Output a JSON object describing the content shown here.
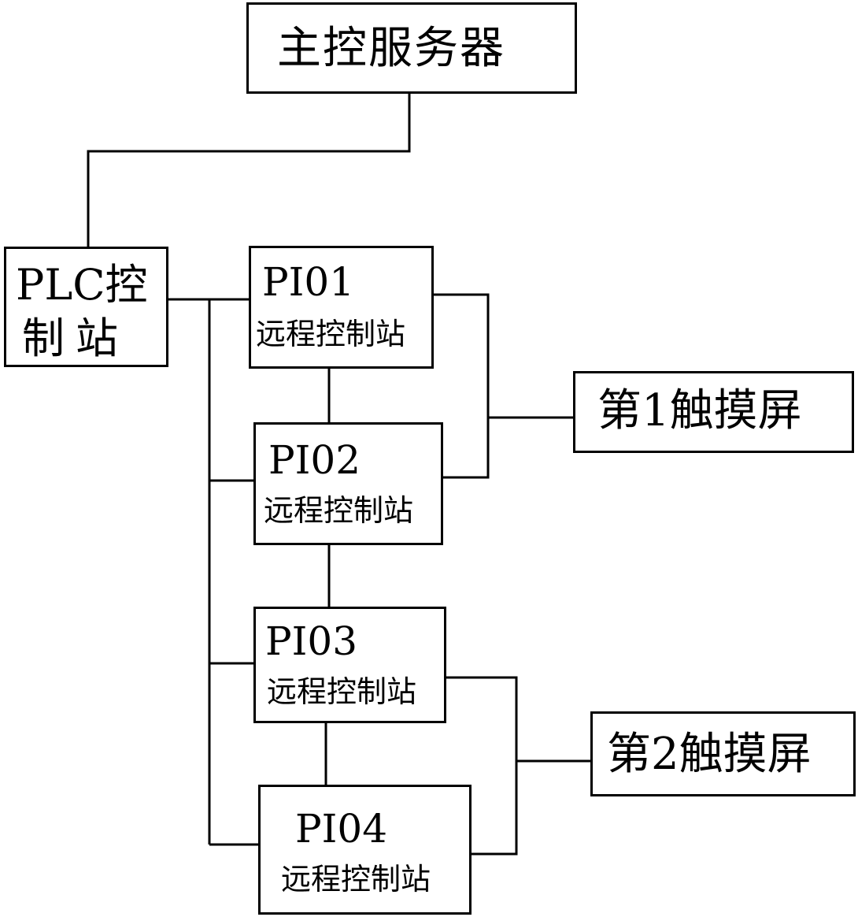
{
  "diagram": {
    "server": {
      "label": "主控服务器"
    },
    "plc": {
      "line1": "PLC控",
      "line2": "制站"
    },
    "stations": [
      {
        "code": "PI01",
        "name": "远程控制站"
      },
      {
        "code": "PI02",
        "name": "远程控制站"
      },
      {
        "code": "PI03",
        "name": "远程控制站"
      },
      {
        "code": "PI04",
        "name": "远程控制站"
      }
    ],
    "screens": [
      {
        "label": "第1触摸屏"
      },
      {
        "label": "第2触摸屏"
      }
    ],
    "colors": {
      "line": "#000000",
      "background": "#ffffff"
    }
  }
}
